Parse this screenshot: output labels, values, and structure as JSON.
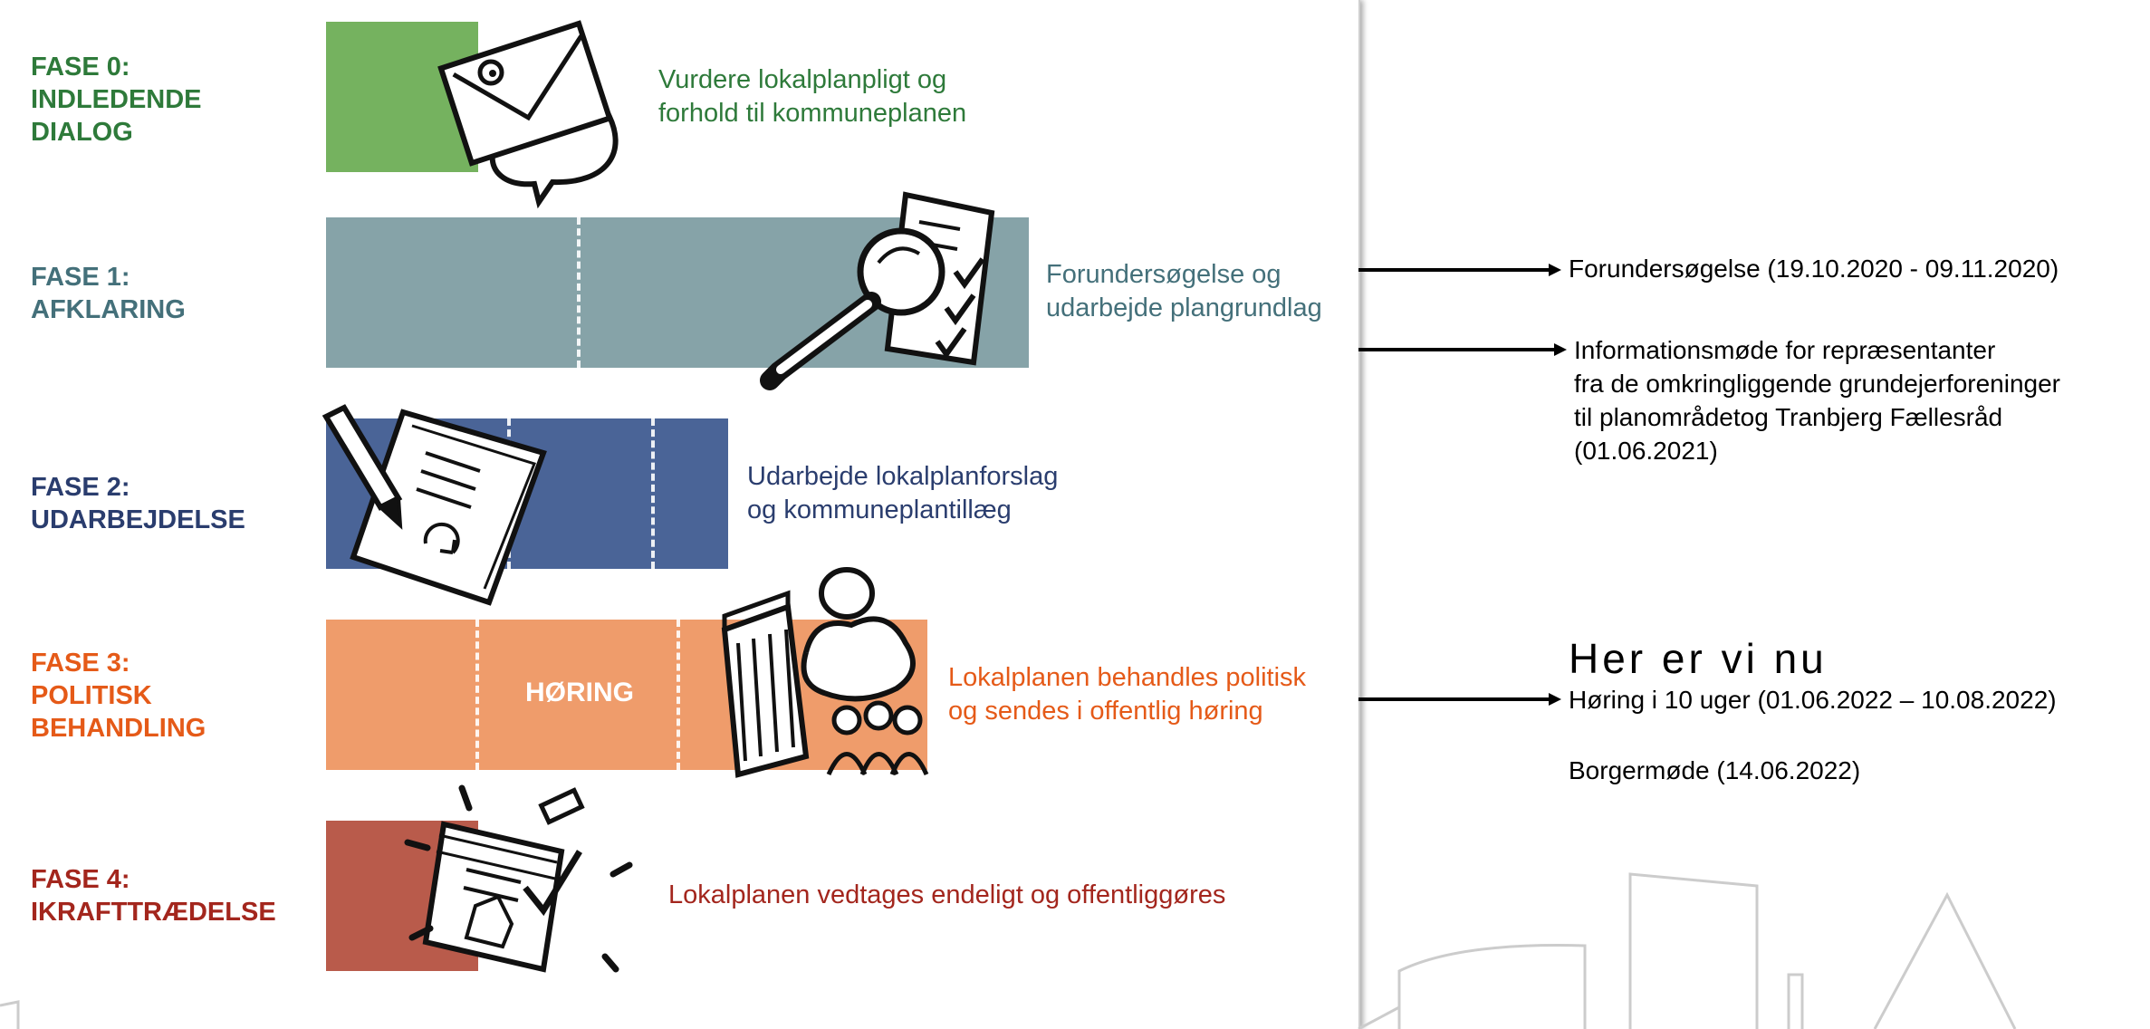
{
  "phases": [
    {
      "title": "FASE 0:\nINDLEDENDE\nDIALOG",
      "description": "Vurdere lokalplanpligt og\nforhold til kommuneplanen",
      "color": "#2e7a3a",
      "bar_color": "#75b25f"
    },
    {
      "title": "FASE 1:\nAFKLARING",
      "description": "Forundersøgelse og\nudarbejde plangrundlag",
      "color": "#44707a",
      "bar_color": "#86a3a8"
    },
    {
      "title": "FASE 2:\nUDARBEJDELSE",
      "description": "Udarbejde lokalplanforslag\nog kommuneplantillæg",
      "color": "#2a3d6e",
      "bar_color": "#4a6497"
    },
    {
      "title": "FASE 3:\nPOLITISK\nBEHANDLING",
      "description": "Lokalplanen behandles politisk\nog sendes i offentlig høring",
      "color": "#e55a18",
      "bar_color": "#ef9c6b",
      "bar_label": "HØRING"
    },
    {
      "title": "FASE 4:\nIKRAFTTRÆDELSE",
      "description": "Lokalplanen vedtages endeligt og offentliggøres",
      "color": "#a3261d",
      "bar_color": "#b95b4b"
    }
  ],
  "notes": {
    "forundersoegelse": "Forundersøgelse (19.10.2020 - 09.11.2020)",
    "informationsmoede": "Informationsmøde for repræsentanter\nfra de omkringliggende grundejerforeninger\ntil planområdetog Tranbjerg Fællesråd\n(01.06.2021)",
    "here_label": "Her er vi nu",
    "hoering": "Høring i 10 uger (01.06.2022 – 10.08.2022)",
    "borgermoede": "Borgermøde (14.06.2022)"
  },
  "icons": [
    "email-speech-bubble-icon",
    "magnifier-checklist-icon",
    "pencil-document-icon",
    "town-hall-people-icon",
    "signed-document-icon"
  ]
}
